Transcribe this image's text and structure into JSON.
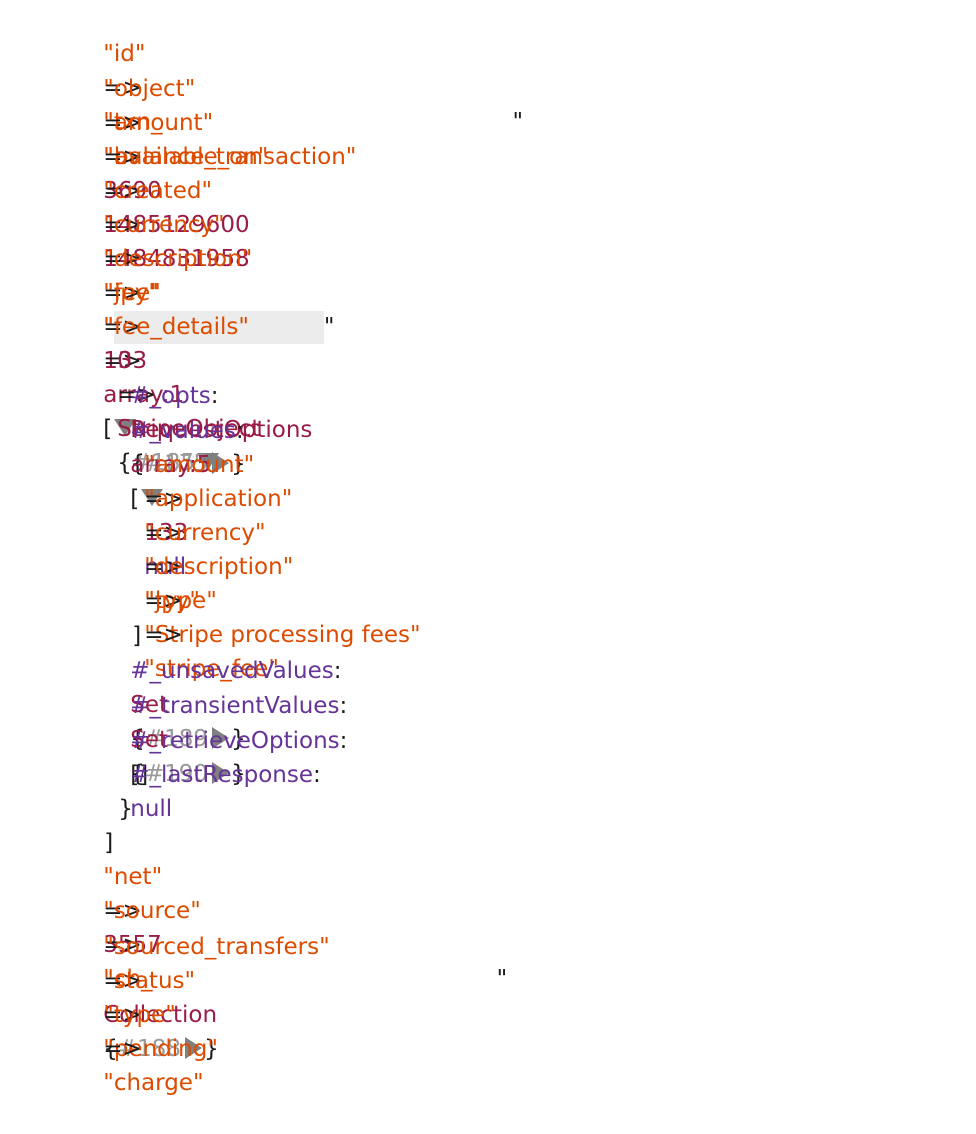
{
  "dump": {
    "id_key": "\"id\"",
    "id_value_prefix": "\"txn_",
    "id_value_suffix": "\"",
    "object_key": "\"object\"",
    "object_value": "\"balance_transaction\"",
    "amount_key": "\"amount\"",
    "amount_value": "3690",
    "available_on_key": "\"available_on\"",
    "available_on_value": "1485129600",
    "created_key": "\"created\"",
    "created_value": "1484831958",
    "currency_key": "\"currency\"",
    "currency_value": "\"jpy\"",
    "description_key": "\"description\"",
    "description_open": "\"",
    "description_close": "\"",
    "fee_key": "\"fee\"",
    "fee_value": "133",
    "fee_details_key": "\"fee_details\"",
    "fee_details_type": "array:1",
    "fee_details_open": "[",
    "item_index": "0",
    "item_class": "StripeObject",
    "item_brace": "{",
    "item_ref": "#185",
    "opts_name": "#_opts",
    "opts_class": "RequestOptions",
    "opts_ref": "#175",
    "values_name": "#_values",
    "values_type": "array:5",
    "values_open": "[",
    "v_amount_key": "\"amount\"",
    "v_amount_value": "133",
    "v_application_key": "\"application\"",
    "v_application_value": "null",
    "v_currency_key": "\"currency\"",
    "v_currency_value": "\"jpy\"",
    "v_description_key": "\"description\"",
    "v_description_value": "\"Stripe processing fees\"",
    "v_type_key": "\"type\"",
    "v_type_value": "\"stripe_fee\"",
    "values_close": "]",
    "unsaved_name": "#_unsavedValues",
    "unsaved_class": "Set",
    "unsaved_ref": "#189",
    "transient_name": "#_transientValues",
    "transient_class": "Set",
    "transient_ref": "#190",
    "retrieve_name": "#_retrieveOptions",
    "retrieve_value": "[]",
    "last_name": "#_lastResponse",
    "last_value": "null",
    "item_close": "}",
    "fee_details_close": "]",
    "net_key": "\"net\"",
    "net_value": "3557",
    "source_key": "\"source\"",
    "source_value_prefix": "\"ch_",
    "source_value_suffix": "\"",
    "sourced_transfers_key": "\"sourced_transfers\"",
    "sourced_transfers_class": "Collection",
    "sourced_transfers_ref": "#188",
    "status_key": "\"status\"",
    "status_value": "\"pending\"",
    "type_key": "\"type\"",
    "type_value": "\"charge\"",
    "arrow": "=>",
    "colon": ":",
    "brace_open": "{",
    "brace_close": "}"
  },
  "colors": {
    "string": "#dc4b00",
    "number": "#9a1b45",
    "property": "#663399",
    "ref": "#9a9a9a",
    "toggle": "#808080"
  },
  "icons": {
    "expanded": "triangle-down-icon",
    "collapsed": "triangle-right-icon"
  }
}
